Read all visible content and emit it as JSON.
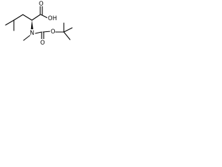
{
  "structure": {
    "atom_labels": {
      "oxygen_carbonyl_acid": "O",
      "hydroxyl": "OH",
      "nitrogen": "N",
      "oxygen_carbonyl_boc": "O",
      "oxygen_ester": "O"
    },
    "stereo": "wedge"
  },
  "colors": {
    "ink": "#000000",
    "background": "#ffffff"
  }
}
